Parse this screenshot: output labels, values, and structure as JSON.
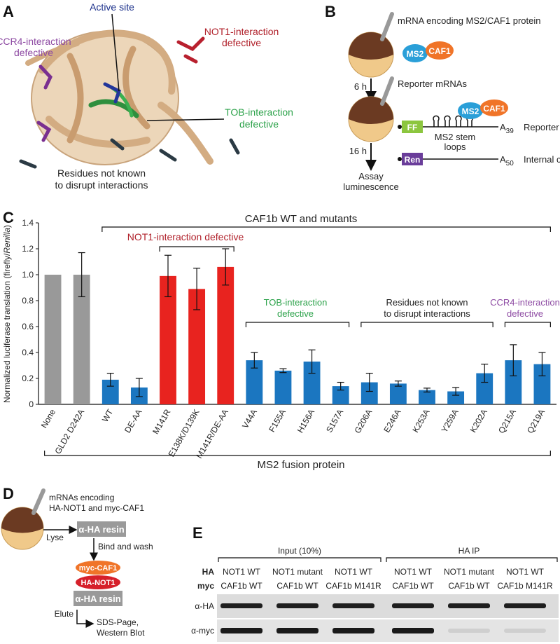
{
  "panels": {
    "a": "A",
    "b": "B",
    "c": "C",
    "d": "D",
    "e": "E"
  },
  "colors": {
    "gray": "#999999",
    "red": "#e8231f",
    "blue": "#1b76c0",
    "darkred": "#b0202a",
    "navy": "#1a2f8a",
    "green": "#2ca24a",
    "purple": "#8e4ba3",
    "ms2": "#2a9fd8",
    "caf1": "#f07428",
    "ff": "#8cc63f",
    "ren": "#6a3d9a",
    "resin": "#9a9a9a",
    "notcolor": "#d6202a",
    "tan": "#e7c9a4"
  },
  "panel_a": {
    "active_site": "Active site",
    "not1": [
      "NOT1-interaction",
      "defective"
    ],
    "ccr4": [
      "CCR4-interaction",
      "defective"
    ],
    "tob": [
      "TOB-interaction",
      "defective"
    ],
    "other": [
      "Residues not known",
      "to disrupt interactions"
    ]
  },
  "panel_b": {
    "mrna": "mRNA encoding MS2/CAF1 protein",
    "ms2": "MS2",
    "caf1": "CAF1",
    "t1": "6 h",
    "reporter_mrnas": "Reporter mRNAs",
    "ff": "FF",
    "stem": [
      "MS2 stem",
      "loops"
    ],
    "a39": "A",
    "a39sub": "39",
    "reporter": "Reporter",
    "t2": "16 h",
    "ren": "Ren",
    "a50": "A",
    "a50sub": "50",
    "internal": "Internal control",
    "assay": [
      "Assay",
      "luminescence"
    ]
  },
  "chart_data": {
    "type": "bar",
    "ylabel_a": "Normalized luciferase translation (firefly/",
    "ylabel_b": "Renilla",
    "ylabel_c": ")",
    "ylim": [
      0,
      1.4
    ],
    "yticks": [
      "0",
      "0.2",
      "0.4",
      "0.6",
      "0.8",
      "1.0",
      "1.2",
      "1.4"
    ],
    "categories": [
      "None",
      "GLD2 D242A",
      "WT",
      "DE-AA",
      "M141R",
      "E138K/D139K",
      "M141R/DE-AA",
      "V44A",
      "F155A",
      "H156A",
      "S157A",
      "G206A",
      "E246A",
      "K253A",
      "Y259A",
      "K202A",
      "Q215A",
      "Q219A"
    ],
    "values": [
      1.0,
      1.0,
      0.19,
      0.13,
      0.99,
      0.89,
      1.06,
      0.34,
      0.26,
      0.33,
      0.14,
      0.17,
      0.16,
      0.11,
      0.1,
      0.24,
      0.34,
      0.31
    ],
    "errors": [
      0,
      0.17,
      0.05,
      0.07,
      0.16,
      0.16,
      0.14,
      0.06,
      0.015,
      0.09,
      0.03,
      0.07,
      0.02,
      0.015,
      0.03,
      0.07,
      0.12,
      0.09
    ],
    "colors": [
      "gray",
      "gray",
      "blue",
      "blue",
      "red",
      "red",
      "red",
      "blue",
      "blue",
      "blue",
      "blue",
      "blue",
      "blue",
      "blue",
      "blue",
      "blue",
      "blue",
      "blue"
    ],
    "groups": {
      "caf1b": "CAF1b WT and mutants",
      "not1": "NOT1-interaction defective",
      "tob": [
        "TOB-interaction",
        "defective"
      ],
      "other": [
        "Residues not known",
        "to disrupt interactions"
      ],
      "ccr4": [
        "CCR4-interaction",
        "defective"
      ],
      "ms2": "MS2 fusion protein"
    }
  },
  "panel_d": {
    "mrnas": [
      "mRNAs encoding",
      "HA-NOT1 and myc-CAF1"
    ],
    "lyse": "Lyse",
    "resin": "α-HA resin",
    "bind": "Bind and wash",
    "myc_caf1": "myc-CAF1",
    "ha_not1": "HA-NOT1",
    "elute": "Elute",
    "sds": [
      "SDS-Page,",
      "Western Blot"
    ]
  },
  "panel_e": {
    "input": "Input (10%)",
    "haip": "HA IP",
    "row_ha": "HA",
    "row_myc": "myc",
    "ha_labels": [
      "NOT1 WT",
      "NOT1 mutant",
      "NOT1 WT",
      "NOT1 WT",
      "NOT1 mutant",
      "NOT1 WT"
    ],
    "myc_labels": [
      "CAF1b WT",
      "CAF1b WT",
      "CAF1b M141R",
      "CAF1b WT",
      "CAF1b WT",
      "CAF1b M141R"
    ],
    "blot_ha": "α-HA",
    "blot_myc": "α-myc"
  }
}
